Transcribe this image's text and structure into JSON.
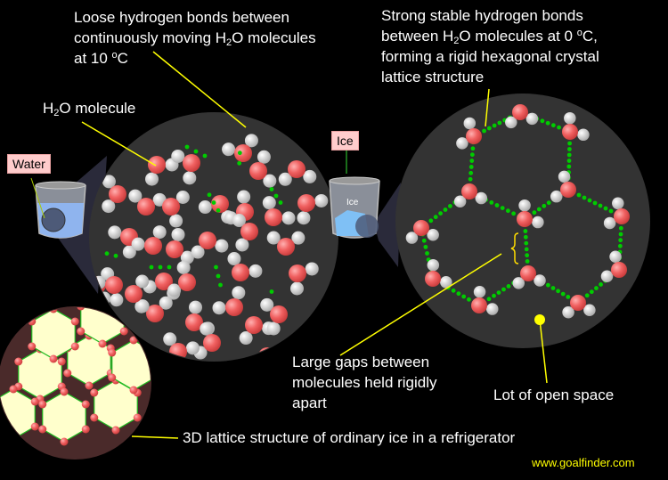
{
  "labels": {
    "loose_bonds": {
      "l1": "Loose hydrogen bonds between",
      "l2a": "continuously moving H",
      "l2sub": "2",
      "l2b": "O molecules",
      "l3a": "at 10 ",
      "l3sup": "o",
      "l3b": "C"
    },
    "strong_bonds": {
      "l1": "Strong stable hydrogen bonds",
      "l2a": "between  H",
      "l2sub": "2",
      "l2b": "O molecules at 0 ",
      "l2sup": "o",
      "l2c": "C,",
      "l3": "forming a rigid hexagonal crystal",
      "l4": "lattice structure"
    },
    "molecule": {
      "a": "H",
      "sub": "2",
      "b": "O molecule"
    },
    "water_tag": "Water",
    "ice_tag": "Ice",
    "beaker_ice_text": "Ice",
    "large_gaps": {
      "l1": "Large gaps between",
      "l2": "molecules held rigidly",
      "l3": "apart"
    },
    "open_space": "Lot of open space",
    "lattice_3d": "3D lattice structure of ordinary ice in a refrigerator",
    "website": "www.goalfinder.com"
  },
  "colors": {
    "background": "#000000",
    "circle": "#333333",
    "oxygen": "#ee5555",
    "hydrogen": "#dddddd",
    "hbond": "#00cc00",
    "pointer": "#ffff00",
    "tag": "#ffcccc"
  }
}
